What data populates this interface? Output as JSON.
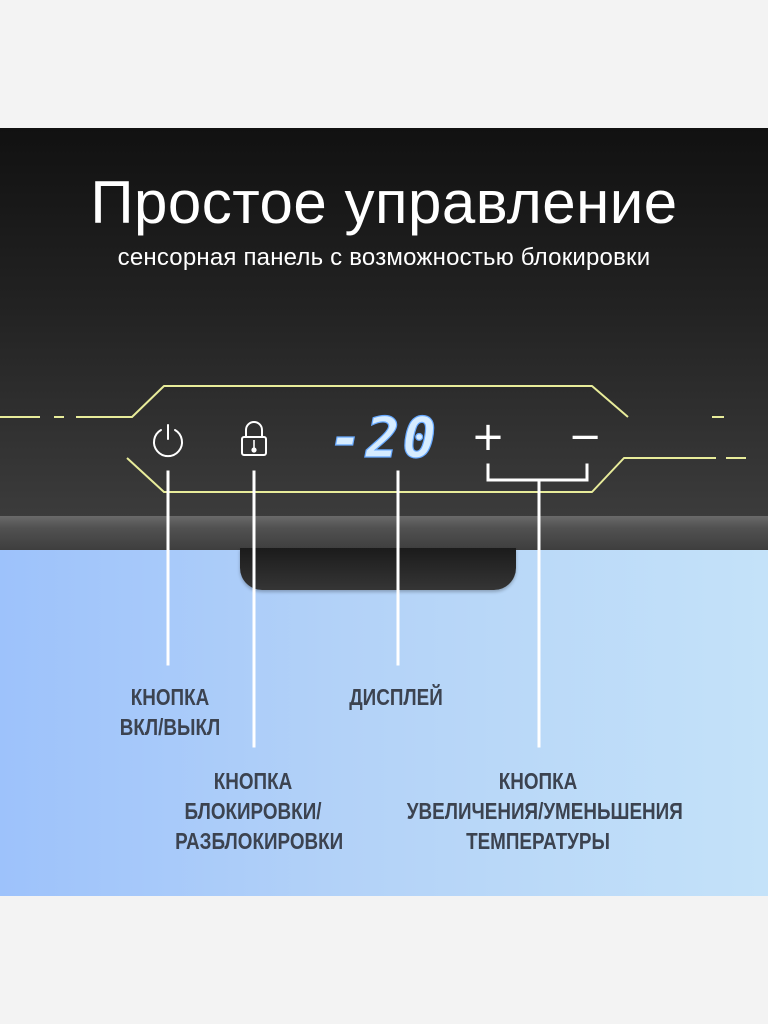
{
  "title": "Простое управление",
  "subtitle": "сенсорная панель с возможностью блокировки",
  "panel": {
    "display_value": "-20",
    "plus_symbol": "+",
    "minus_symbol": "−",
    "outline_color": "#e8ec9a",
    "display_color": "#cfe8ff",
    "line_color": "#ffffff",
    "label_color": "#3c4350",
    "icons": [
      "power-icon",
      "lock-icon"
    ]
  },
  "callouts": {
    "power": [
      "КНОПКА",
      "ВКЛ/ВЫКЛ"
    ],
    "lock": [
      "КНОПКА",
      "БЛОКИРОВКИ/",
      "РАЗБЛОКИРОВКИ"
    ],
    "display": [
      "ДИСПЛЕЙ"
    ],
    "temperature": [
      "КНОПКА",
      "УВЕЛИЧЕНИЯ/УМЕНЬШЕНИЯ",
      "ТЕМПЕРАТУРЫ"
    ]
  }
}
